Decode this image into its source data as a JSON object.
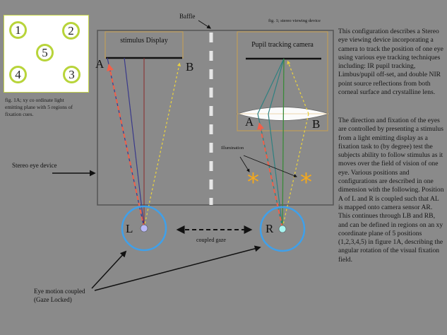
{
  "inset_figure": {
    "cues": [
      "1",
      "2",
      "5",
      "4",
      "3"
    ],
    "caption": "fig. 1A; xy co ordinate light emitting plane with 5 regions of fixation cues."
  },
  "main_figure": {
    "caption": "fig. 1; stereo viewing device",
    "baffle_label": "Baffle",
    "stimulus_display_label": "stimulus Display",
    "camera_label": "Pupil tracking camera",
    "illumination_label": "Illumination",
    "stereo_device_label": "Stereo eye device",
    "left_eye_label": "L",
    "right_eye_label": "R",
    "coupled_gaze_label": "coupled gaze",
    "eye_motion_label_line1": "Eye motion coupled",
    "eye_motion_label_line2": "(Gaze Locked)",
    "left_point_a": "A",
    "left_point_b": "B",
    "right_point_a": "A",
    "right_point_b": "B",
    "illumination_symbol": "*"
  },
  "description": {
    "paragraph1": "This configuration describes a Stereo eye viewing device incorporating a camera to track the position of one eye using various eye tracking techniques including: IR pupil tracking, Limbus/pupil off-set, and double NIR point source reflections from both corneal surface and crystalline lens.",
    "paragraph2": "The direction and fixation of the eyes are controlled by presenting a stimulus from a light emitting display as a fixation task to (by degree) test the subjects ability to follow stimulus as it moves over the field of vision of one eye.  Various positions and configurations are described in one dimension with the following. Position A of L and R is coupled such that AL is mapped onto camera sensor AR. This continues through LB and RB, and can be defined in regions on an xy coordinate plane of  5 positions (1,2,3,4,5) in figure 1A, describing the angular rotation of the visual fixation field."
  },
  "colors": {
    "background": "#8a8a8a",
    "eye_ring": "#3fa0ea",
    "ray_red": "#f0604a",
    "ray_yellow": "#e8d040",
    "ray_teal": "#2f8080",
    "ray_green": "#3a8a3a",
    "ray_blue": "#3a3a8a",
    "ray_maroon": "#8a2a2a",
    "illumination": "#f4a81c",
    "box_outline": "#c8a050",
    "cue_ring": "#b8d43a"
  }
}
